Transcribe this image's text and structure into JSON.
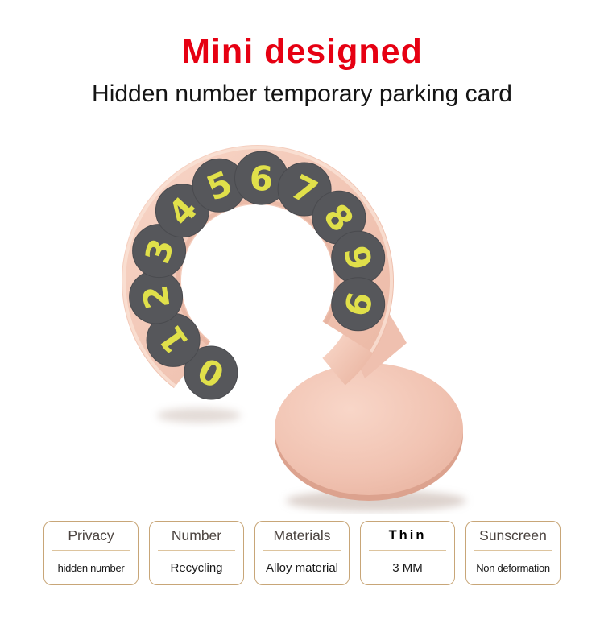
{
  "header": {
    "title": "Mini designed",
    "subtitle": "Hidden number temporary parking card"
  },
  "product": {
    "description": "pink hidden-number parking card with rotating digit ring and round cover plate",
    "digits": [
      "0",
      "1",
      "2",
      "3",
      "4",
      "5",
      "6",
      "7",
      "8",
      "9",
      "9"
    ],
    "colors": {
      "ring_pink": "#f2c5b5",
      "disc_pink": "#f2c7b7",
      "digit_bg": "#56575b",
      "digit_text": "#e0e04a"
    }
  },
  "features": [
    {
      "top": "Privacy",
      "bottom": "hidden number"
    },
    {
      "top": "Number",
      "bottom": "Recycling"
    },
    {
      "top": "Materials",
      "bottom": "Alloy material"
    },
    {
      "top": "Thin",
      "bottom": "3 MM"
    },
    {
      "top": "Sunscreen",
      "bottom": "Non deformation"
    }
  ],
  "colors": {
    "accent_red": "#e60012",
    "box_border": "#c8a678"
  }
}
